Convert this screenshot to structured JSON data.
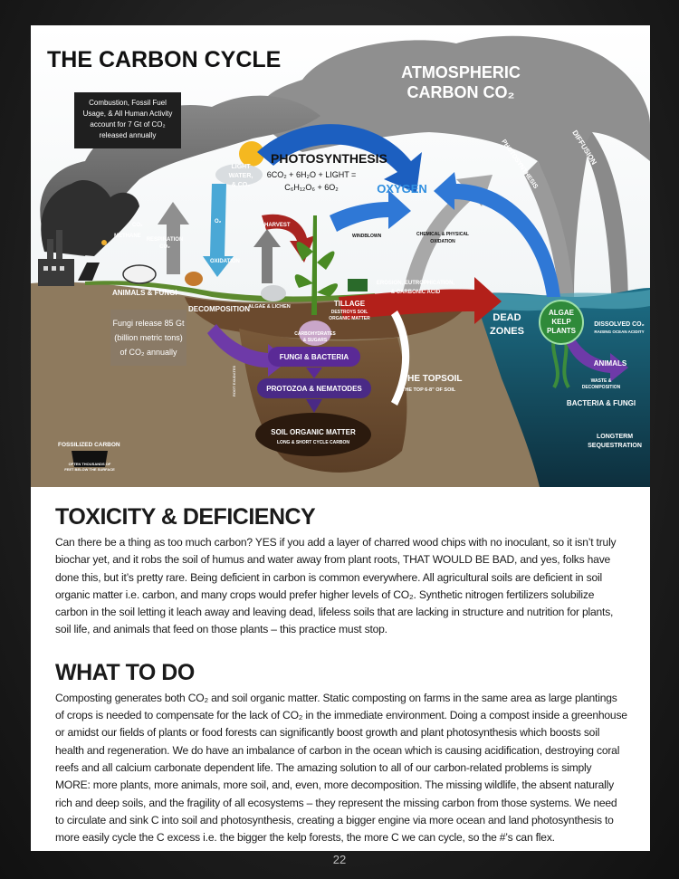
{
  "diagram": {
    "title": "THE CARBON CYCLE",
    "atmospheric": [
      "ATMOSPHERIC",
      "CARBON CO₂"
    ],
    "human_activity_note": [
      "Combustion, Fossil Fuel",
      "Usage, & All Human Activity",
      "account for 7 Gt of CO₂",
      "released annually"
    ],
    "photosynthesis_title": "PHOTOSYNTHESIS",
    "photosynthesis_equation": [
      "6CO₂ + 6H₂O + LIGHT =",
      "C₆H₁₂O₆ + 6O₂"
    ],
    "light_water_co2": [
      "LIGHT",
      "WATER,",
      "& CO₂"
    ],
    "oxygen": "OXYGEN",
    "diffusion": "DIFFUSION",
    "photosynthesis_arrow": "PHOTOSYNTHESIS",
    "co2": "CO₂",
    "methane": "METHANE",
    "respiration": [
      "RESPIRATION",
      "CO₂"
    ],
    "o2": "O₂",
    "harvest": "HARVEST",
    "oxidation": "OXIDATION",
    "windblown": "WINDBLOWN",
    "chemical_physical": [
      "CHEMICAL & PHYSICAL",
      "OXIDATION"
    ],
    "animals_fungi": "ANIMALS & FUNGI",
    "decomposition": "DECOMPOSITION",
    "algae_lichen": "ALGAE & LICHEN",
    "tillage": [
      "TILLAGE",
      "DESTROYS SOIL",
      "ORGANIC MATTER"
    ],
    "erosion": [
      "EROSION, EUTROPHICATION,",
      "& CARBONIC ACID"
    ],
    "dead_zones": [
      "DEAD",
      "ZONES"
    ],
    "algae_kelp": [
      "ALGAE",
      "KELP",
      "PLANTS"
    ],
    "dissolved_co2": [
      "DISSOLVED CO₂",
      "RAISING OCEAN ACIDITY"
    ],
    "fungi_release": [
      "Fungi release 85 Gt",
      "(billion metric tons)",
      "of CO₂ annually"
    ],
    "carbohydrates": [
      "CARBOHYDRATES",
      "& SUGARS"
    ],
    "fungi_bacteria": "FUNGI & BACTERIA",
    "protozoa_nematodes": "PROTOZOA & NEMATODES",
    "soil_organic_matter": [
      "SOIL ORGANIC MATTER",
      "LONG & SHORT CYCLE CARBON"
    ],
    "topsoil": [
      "THE TOPSOIL",
      "THE TOP 6-8\" OF SOIL"
    ],
    "animals": "ANIMALS",
    "waste_decomposition": [
      "WASTE &",
      "DECOMPOSITION"
    ],
    "bacteria_fungi": "BACTERIA & FUNGI",
    "longterm": [
      "LONGTERM",
      "SEQUESTRATION"
    ],
    "fossilized_carbon": "FOSSILIZED CARBON",
    "fossil_depth": [
      "OFTEN THOUSANDS OF",
      "FEET BELOW THE SURFACE"
    ],
    "root_exudates": "ROOT EXUDATES"
  },
  "sections": [
    {
      "heading": "TOXICITY & DEFICIENCY",
      "body": "Can there be a thing as too much carbon? YES if you add a layer of charred wood chips with no inoculant, so it isn’t truly biochar yet, and it robs the soil of humus and water away from plant roots, THAT WOULD BE BAD, and yes, folks have done this, but it’s pretty rare. Being deficient in carbon is common everywhere. All agricultural soils are deficient in soil organic matter i.e. carbon, and many crops would prefer higher levels of CO₂. Synthetic nitrogen fertilizers solubilize carbon in the soil letting it leach away and leaving dead, lifeless soils that are lacking in structure and nutrition for plants, soil life, and animals that feed on those plants – this practice must stop."
    },
    {
      "heading": "WHAT TO DO",
      "body": "Composting generates both CO₂ and soil organic matter. Static composting on farms in the same area as large plantings of crops is needed to compensate for the lack of CO₂ in the immediate environment. Doing a compost inside a greenhouse or amidst our fields of plants or food forests can significantly boost growth and plant photosynthesis which boosts soil health and regeneration. We do have an imbalance of carbon in the ocean which is causing acidification, destroying coral reefs and all calcium carbonate dependent life. The amazing solution to all of our carbon-related problems is simply MORE: more plants, more animals, more soil, and, even, more decomposition. The missing wildlife, the absent naturally rich and deep soils, and the fragility of all ecosystems – they represent the missing carbon from those systems. We need to circulate and sink C into soil and photosynthesis, creating a bigger engine via more ocean and land photosynthesis to more easily cycle the C excess i.e. the bigger the kelp forests, the more C we can cycle, so the #’s can flex."
    }
  ],
  "page_number": "22"
}
